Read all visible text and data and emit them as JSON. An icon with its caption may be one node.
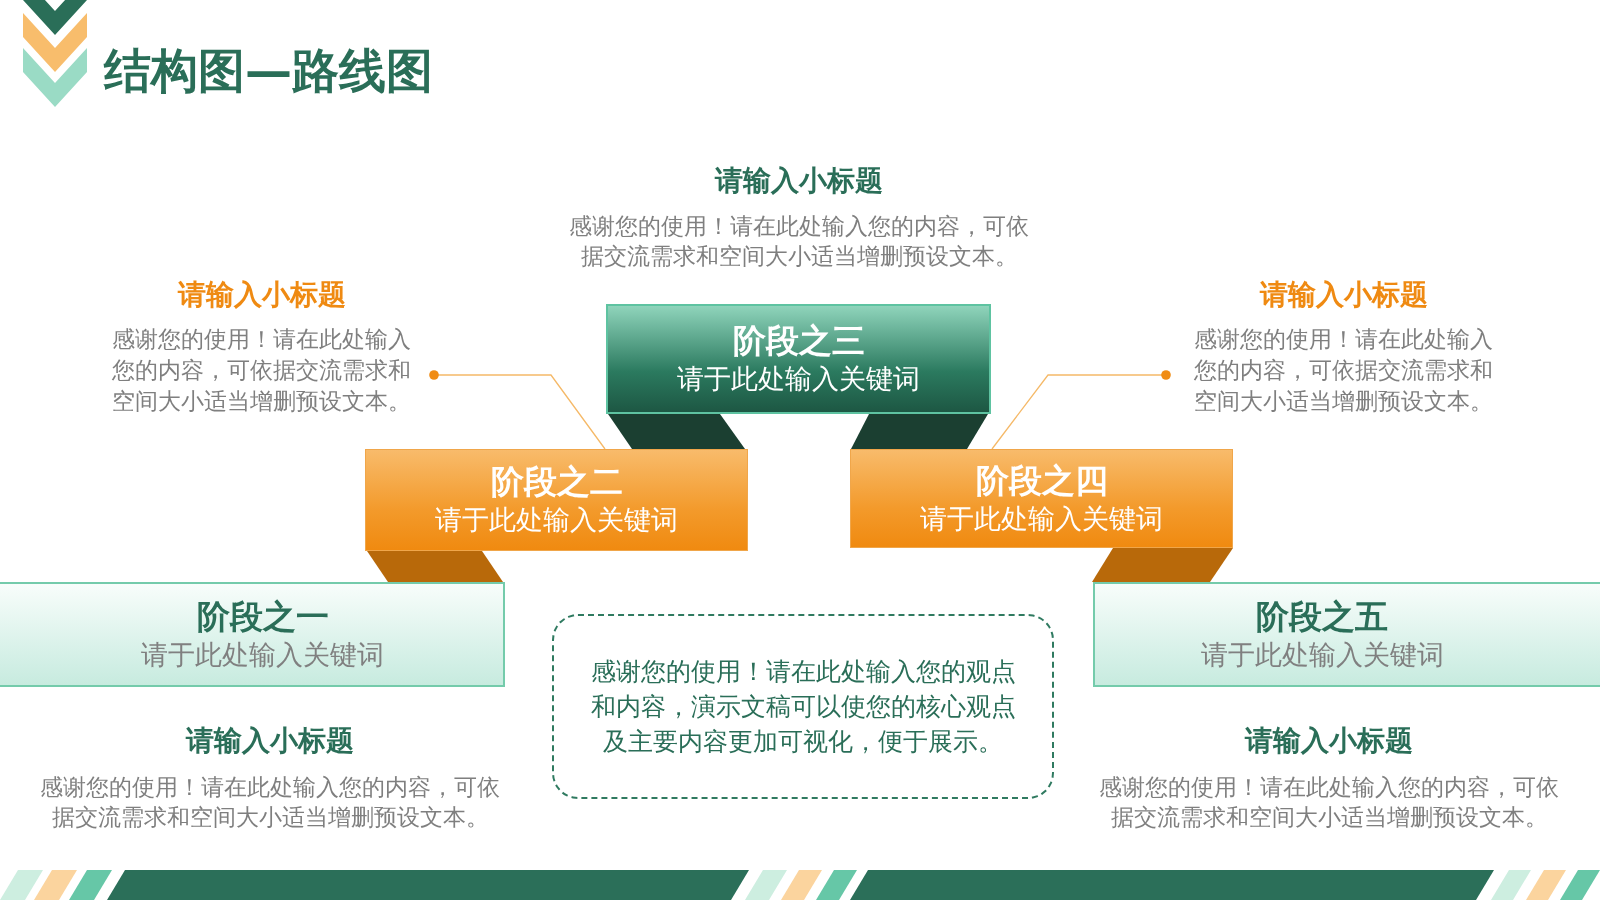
{
  "diagram": {
    "title": "结构图—路线图",
    "nodes": [
      {
        "text": [
          "阶段之三",
          "请于此处输入关键词"
        ],
        "beside": [
          "请输入小标题",
          "感谢您的使用！请在此处输入您的内容，可依据交流需求和空间大小适当增删预设文本。"
        ]
      },
      {
        "text": [
          "请输入小标题",
          "感谢您的使用！请在此处输入您的内容，可依据交流需求和空间大小适当增删预设文本。"
        ]
      },
      {
        "text": [
          "请输入小标题",
          "感谢您的使用！请在此处输入您的内容，可依据交流需求和空间大小适当增删预设文本。"
        ]
      },
      {
        "text": [],
        "shape": "parallelogram"
      },
      {
        "text": [],
        "shape": "parallelogram"
      },
      {
        "text": [
          "阶段之二",
          "请于此处输入关键词"
        ]
      },
      {
        "text": [
          "阶段之四",
          "请于此处输入关键词"
        ]
      },
      {
        "text": [],
        "shape": "parallelogram"
      },
      {
        "text": [],
        "shape": "parallelogram"
      },
      {
        "text": [
          "阶段之一",
          "请于此处输入关键词"
        ],
        "beside": [
          "请输入小标题",
          "感谢您的使用！请在此处输入您的内容，可依据交流需求和空间大小适当增删预设文本。"
        ]
      },
      {
        "text": [
          "感谢您的使用！请在此处输入您的观点和内容，演示文稿可以使您的核心观点及主要内容更加可视化，便于展示。"
        ]
      },
      {
        "text": [
          "阶段之五",
          "请于此处输入关键词"
        ],
        "beside": [
          "请输入小标题",
          "感谢您的使用！请在此处输入您的内容，可依据交流需求和空间大小适当增删预设文本。"
        ]
      }
    ],
    "edges": [
      {
        "from": 1,
        "to": 5,
        "arrow": "other"
      },
      {
        "from": 2,
        "to": 6,
        "arrow": "other"
      }
    ]
  }
}
